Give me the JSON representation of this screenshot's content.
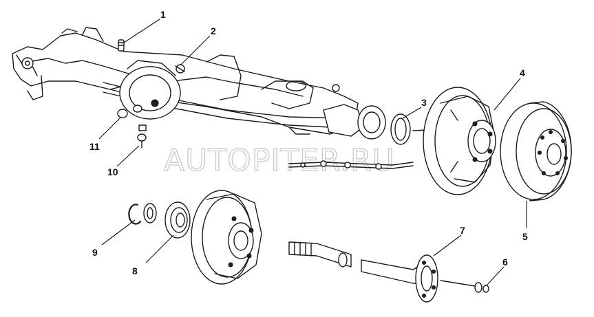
{
  "watermark": "AUTOPITER.RU",
  "callouts": [
    {
      "id": "1",
      "label": "1"
    },
    {
      "id": "2",
      "label": "2"
    },
    {
      "id": "3",
      "label": "3"
    },
    {
      "id": "4",
      "label": "4"
    },
    {
      "id": "5",
      "label": "5"
    },
    {
      "id": "6",
      "label": "6"
    },
    {
      "id": "7",
      "label": "7"
    },
    {
      "id": "8",
      "label": "8"
    },
    {
      "id": "9",
      "label": "9"
    },
    {
      "id": "10",
      "label": "10"
    },
    {
      "id": "11",
      "label": "11"
    }
  ]
}
